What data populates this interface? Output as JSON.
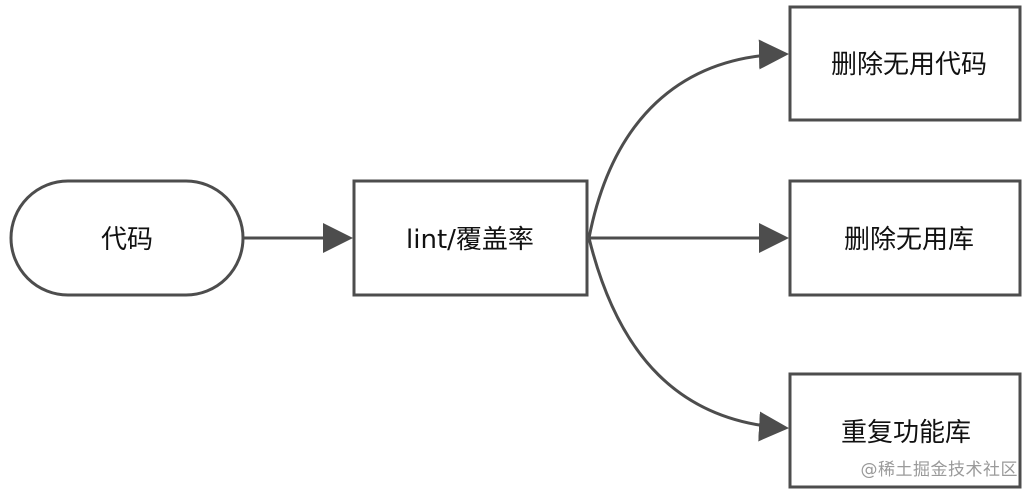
{
  "nodes": {
    "code": "代码",
    "lint_coverage": "lint/覆盖率",
    "remove_unused_code": "删除无用代码",
    "remove_unused_libs": "删除无用库",
    "duplicate_libs": "重复功能库"
  },
  "watermark": "@稀土掘金技术社区",
  "colors": {
    "stroke": "#4d4d4d",
    "text": "#111111",
    "background": "#ffffff"
  }
}
